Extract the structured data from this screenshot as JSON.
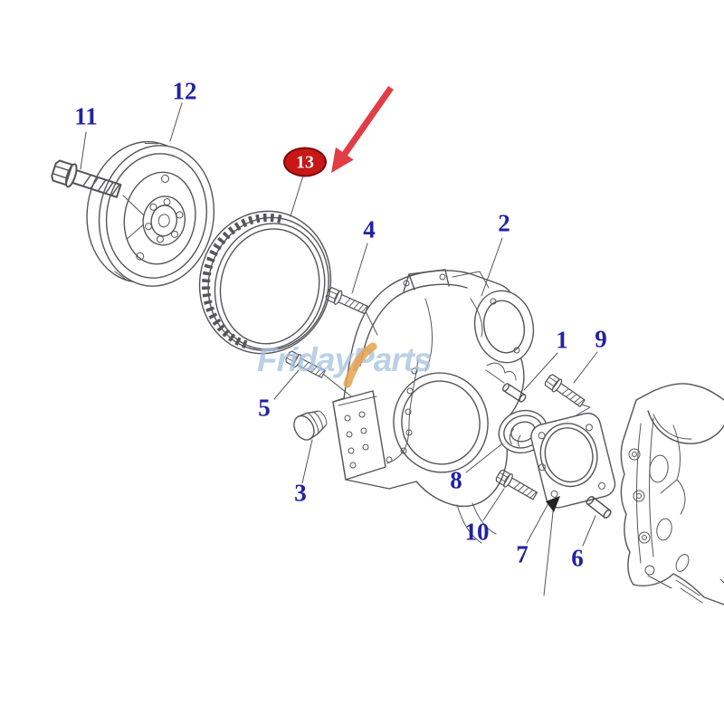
{
  "diagram": {
    "colors": {
      "background": "#ffffff",
      "line": "#55555a",
      "callout": "#2222a2",
      "highlight_fill": "#c81717",
      "highlight_border": "#7c0a0a",
      "highlight_text": "#ffffff",
      "arrow": "#e23c46",
      "watermark": "#a6c3e0",
      "swoosh": "#e6a14e"
    },
    "watermark": {
      "word1": "Friday",
      "word2": "Parts"
    },
    "callouts": [
      {
        "label": "1",
        "highlighted": false
      },
      {
        "label": "2",
        "highlighted": false
      },
      {
        "label": "3",
        "highlighted": false
      },
      {
        "label": "4",
        "highlighted": false
      },
      {
        "label": "5",
        "highlighted": false
      },
      {
        "label": "6",
        "highlighted": false
      },
      {
        "label": "7",
        "highlighted": false
      },
      {
        "label": "8",
        "highlighted": false
      },
      {
        "label": "9",
        "highlighted": false
      },
      {
        "label": "10",
        "highlighted": false
      },
      {
        "label": "11",
        "highlighted": false
      },
      {
        "label": "12",
        "highlighted": false
      },
      {
        "label": "13",
        "highlighted": true
      }
    ]
  }
}
